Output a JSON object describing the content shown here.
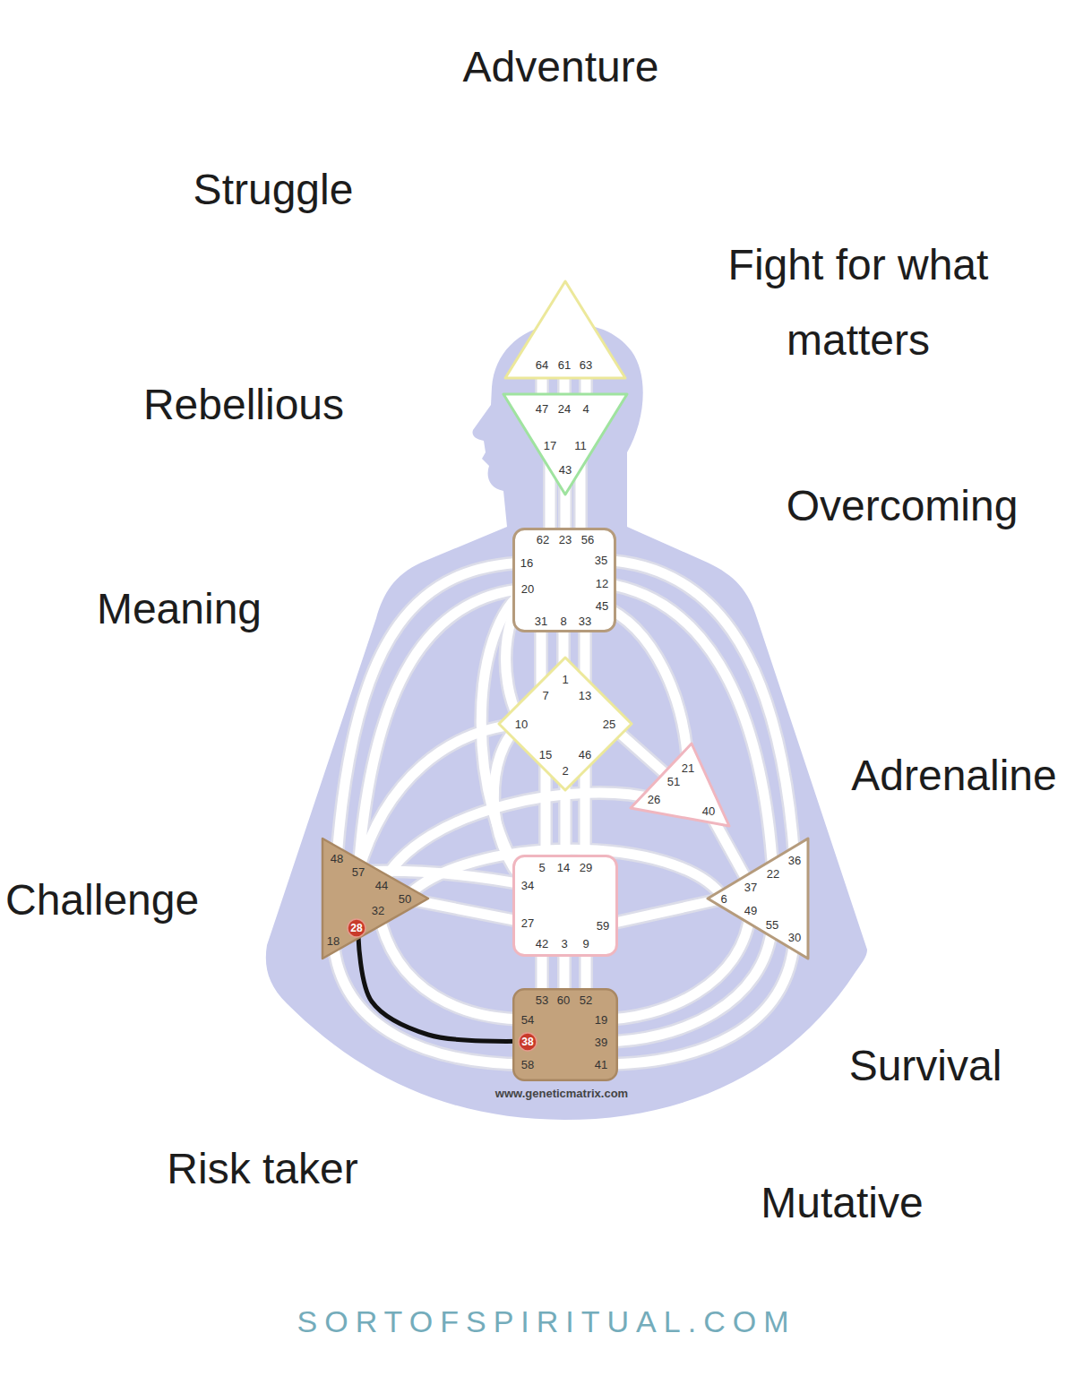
{
  "diagram": {
    "nodes": [
      {
        "text": [
          "64",
          "61",
          "63"
        ]
      },
      {
        "text": [
          "47",
          "24",
          "4",
          "17",
          "11",
          "43"
        ]
      },
      {
        "text": [
          "62",
          "23",
          "56",
          "16",
          "35",
          "20",
          "12",
          "45",
          "31",
          "8",
          "33"
        ]
      },
      {
        "text": [
          "1",
          "7",
          "13",
          "10",
          "25",
          "15",
          "46",
          "2"
        ]
      },
      {
        "text": [
          "21",
          "51",
          "26",
          "40"
        ]
      },
      {
        "text": [
          "48",
          "57",
          "44",
          "50",
          "32",
          "18"
        ]
      },
      {
        "text": [
          "28"
        ],
        "in": 5
      },
      {
        "text": [
          "5",
          "14",
          "29",
          "34",
          "27",
          "59",
          "42",
          "3",
          "9"
        ]
      },
      {
        "text": [
          "36",
          "22",
          "37",
          "6",
          "49",
          "55",
          "30"
        ]
      },
      {
        "text": [
          "53",
          "60",
          "52",
          "54",
          "19",
          "39",
          "58",
          "41"
        ]
      },
      {
        "text": [
          "38"
        ],
        "in": 9
      }
    ],
    "edges": [
      {
        "from": 6,
        "to": 10,
        "arrow": "none"
      }
    ],
    "labels": [
      "Adventure",
      "Struggle",
      "Fight for what matters",
      "Rebellious",
      "Overcoming",
      "Meaning",
      "Adrenaline",
      "Challenge",
      "Survival",
      "www.geneticmatrix.com",
      "Risk taker",
      "Mutative",
      "SORTOFSPIRITUAL.COM"
    ]
  }
}
